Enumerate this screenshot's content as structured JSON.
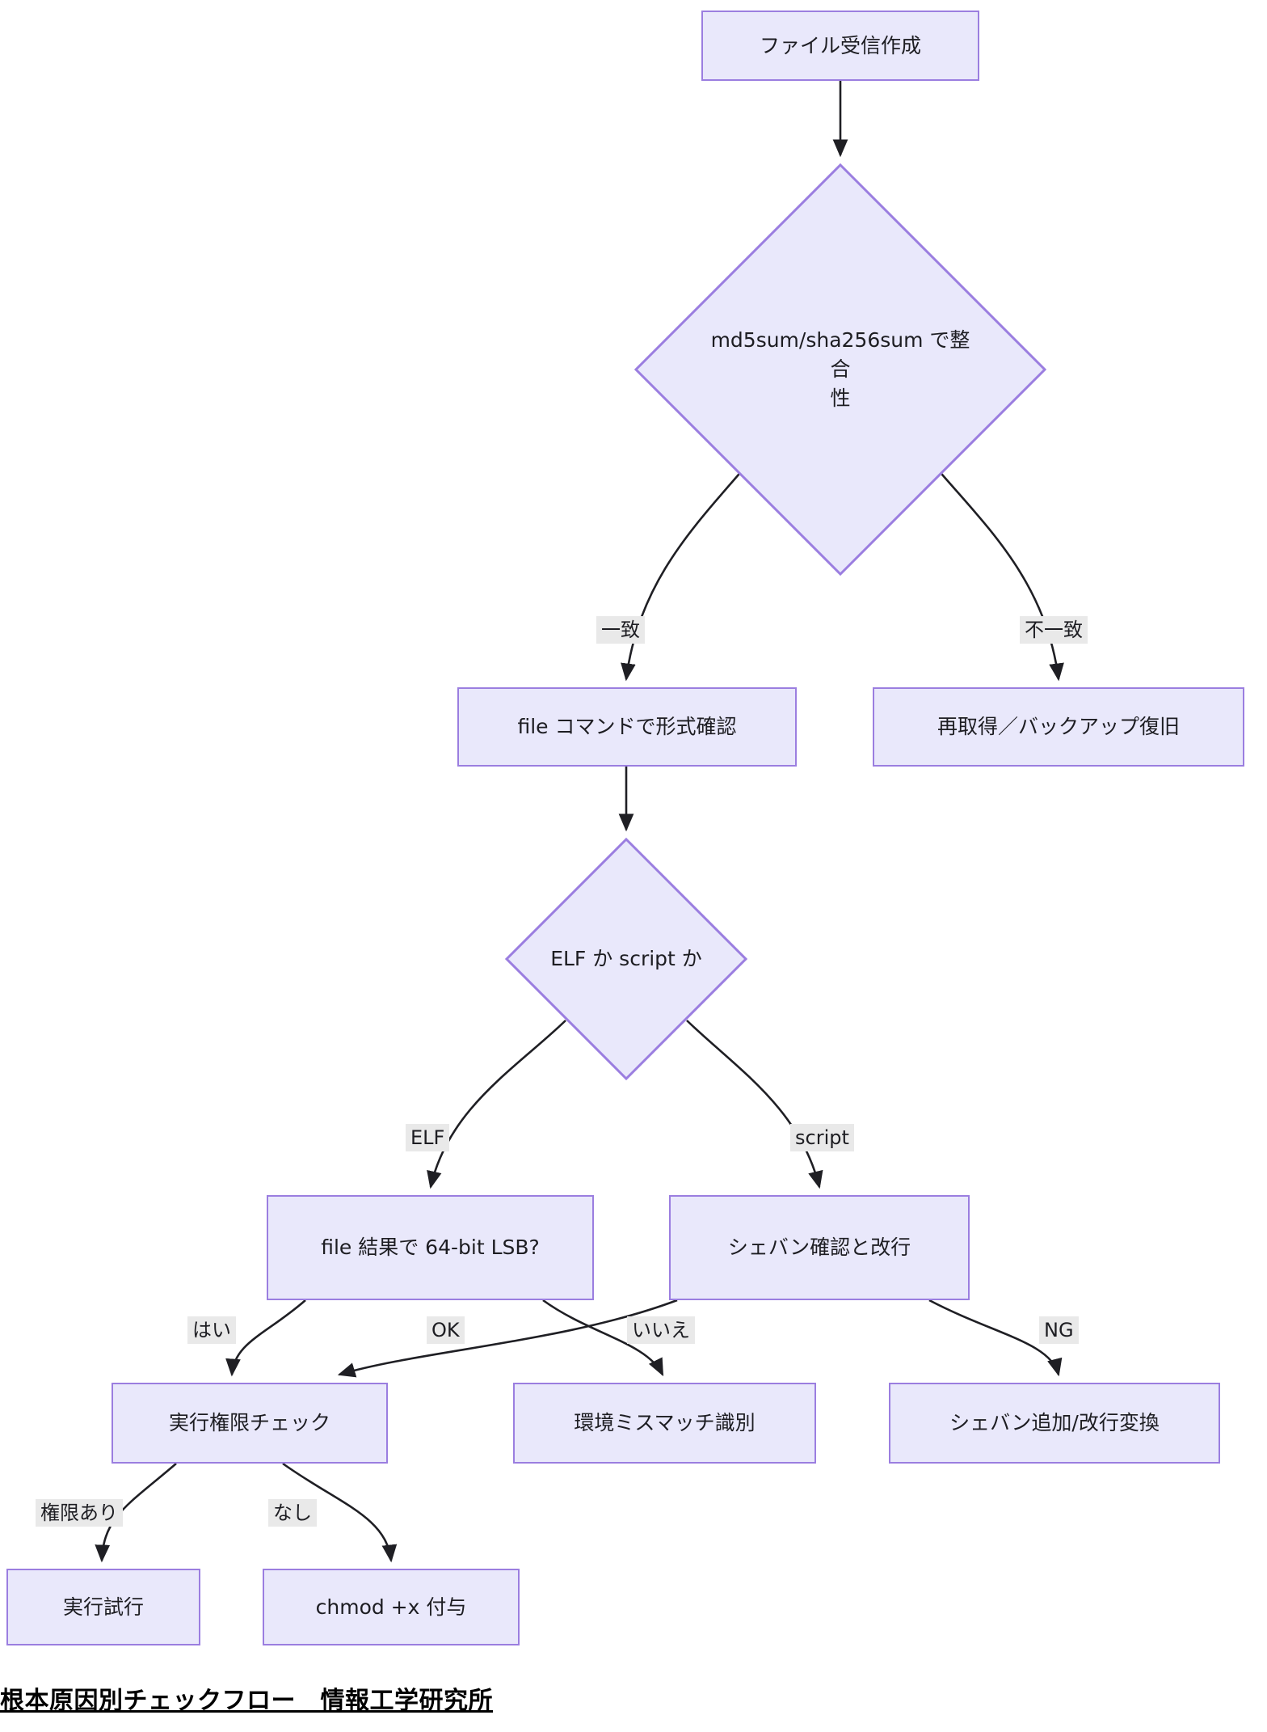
{
  "diagram": {
    "type": "flowchart",
    "direction": "top-down",
    "theme": {
      "node_fill": "#e9e8fb",
      "node_border": "#9b7ee0",
      "edge_color": "#1f1f24",
      "edge_label_bg": "#e9e9e9",
      "text_color": "#1d1d22",
      "background": "#ffffff"
    },
    "nodes": [
      {
        "id": "n1",
        "shape": "rect",
        "label": "ファイル受信作成"
      },
      {
        "id": "n2",
        "shape": "diamond",
        "label": "md5sum/sha256sum で整合\n性"
      },
      {
        "id": "n3",
        "shape": "rect",
        "label": "file コマンドで形式確認"
      },
      {
        "id": "n4",
        "shape": "rect",
        "label": "再取得／バックアップ復旧"
      },
      {
        "id": "n5",
        "shape": "diamond",
        "label": "ELF か script か"
      },
      {
        "id": "n6",
        "shape": "rect",
        "label": "file 結果で 64-bit LSB?"
      },
      {
        "id": "n7",
        "shape": "rect",
        "label": "シェバン確認と改行"
      },
      {
        "id": "n8",
        "shape": "rect",
        "label": "実行権限チェック"
      },
      {
        "id": "n9",
        "shape": "rect",
        "label": "環境ミスマッチ識別"
      },
      {
        "id": "n10",
        "shape": "rect",
        "label": "シェバン追加/改行変換"
      },
      {
        "id": "n11",
        "shape": "rect",
        "label": "実行試行"
      },
      {
        "id": "n12",
        "shape": "rect",
        "label": "chmod +x 付与"
      }
    ],
    "edges": [
      {
        "from": "n1",
        "to": "n2",
        "label": ""
      },
      {
        "from": "n2",
        "to": "n3",
        "label": "一致"
      },
      {
        "from": "n2",
        "to": "n4",
        "label": "不一致"
      },
      {
        "from": "n3",
        "to": "n5",
        "label": ""
      },
      {
        "from": "n5",
        "to": "n6",
        "label": "ELF"
      },
      {
        "from": "n5",
        "to": "n7",
        "label": "script"
      },
      {
        "from": "n6",
        "to": "n8",
        "label": "はい"
      },
      {
        "from": "n6",
        "to": "n9",
        "label": "いいえ"
      },
      {
        "from": "n7",
        "to": "n8",
        "label": "OK"
      },
      {
        "from": "n7",
        "to": "n10",
        "label": "NG"
      },
      {
        "from": "n8",
        "to": "n11",
        "label": "権限あり"
      },
      {
        "from": "n8",
        "to": "n12",
        "label": "なし"
      }
    ]
  },
  "caption": "根本原因別チェックフロー　情報工学研究所"
}
